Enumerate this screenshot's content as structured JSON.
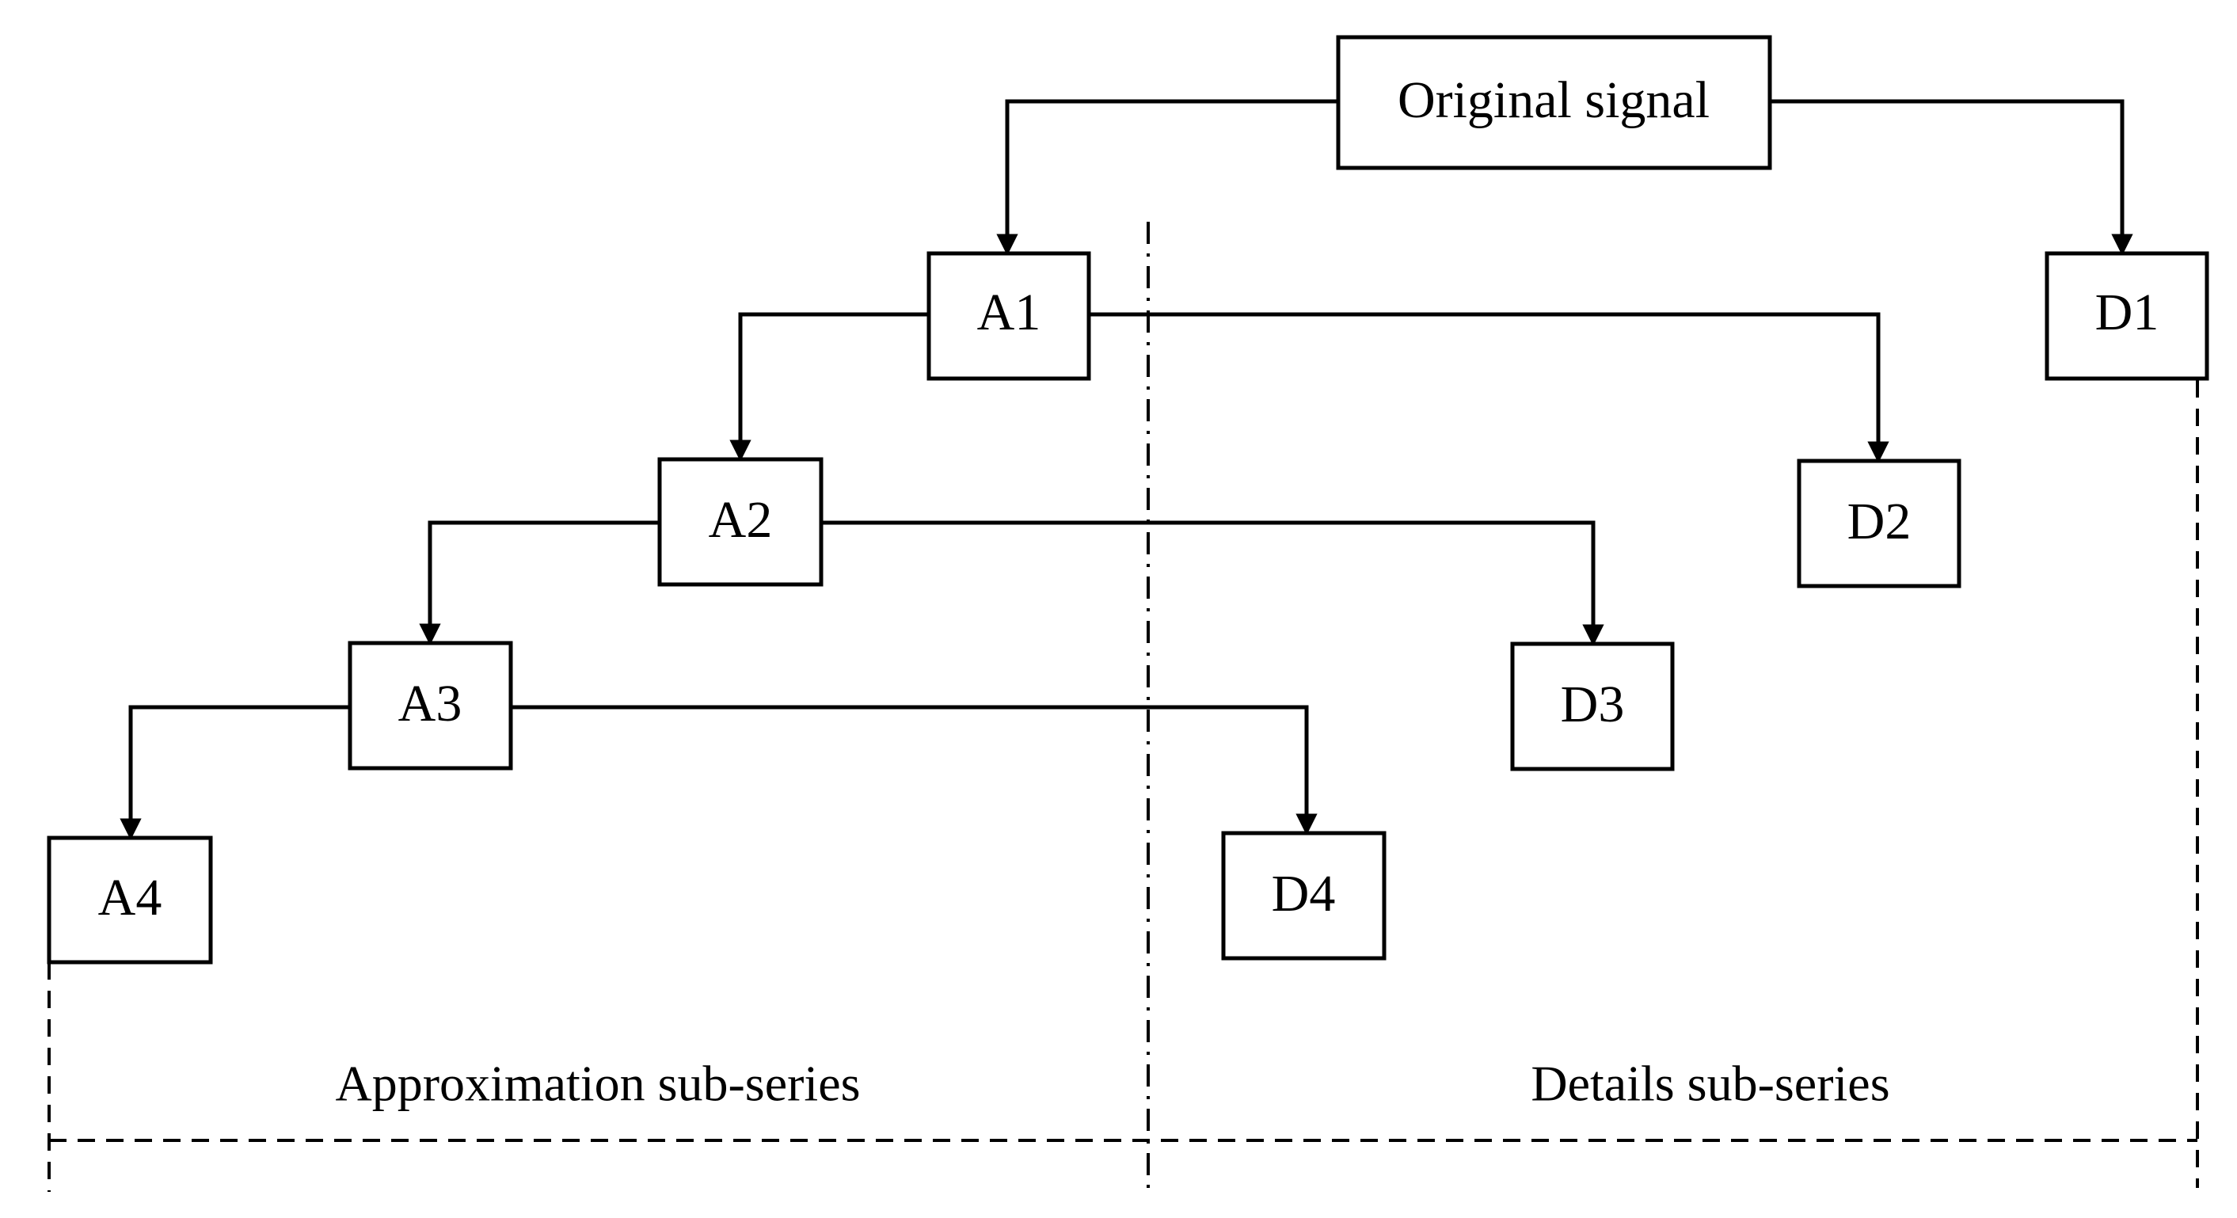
{
  "nodes": {
    "original": "Original signal",
    "a1": "A1",
    "a2": "A2",
    "a3": "A3",
    "a4": "A4",
    "d1": "D1",
    "d2": "D2",
    "d3": "D3",
    "d4": "D4"
  },
  "sections": {
    "approximation": "Approximation sub-series",
    "details": "Details sub-series"
  }
}
